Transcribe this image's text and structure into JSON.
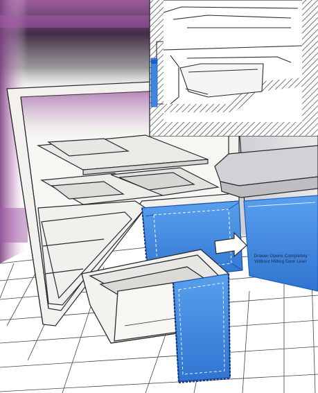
{
  "illustration": {
    "subject": "Refrigerator crisper drawer opening completely without hitting door liner",
    "callout_line1": "Drawer Opens Completely",
    "callout_line2": "Without Hitting Door Liner"
  },
  "colors": {
    "highlight_blue": "#3f86de",
    "highlight_blue_dark": "#1f5fc0",
    "shadow_magenta": "#6a3a7a",
    "line": "#2a2a2a",
    "cabinet_fill": "#f2f2ef",
    "background": "#ffffff"
  },
  "icons": [
    "arrow-right-icon"
  ]
}
